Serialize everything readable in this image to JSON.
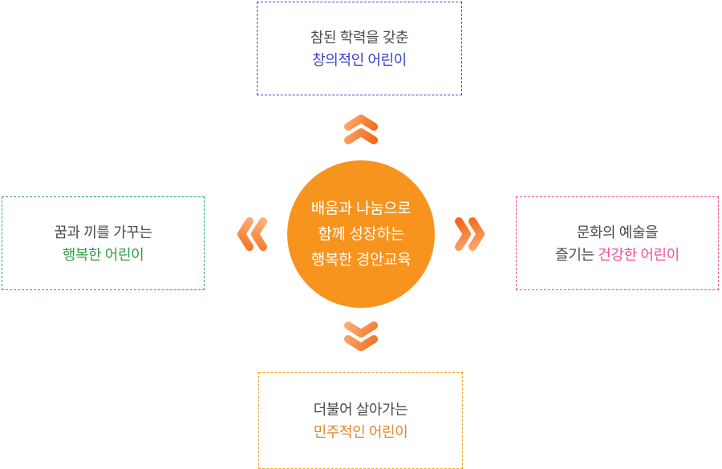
{
  "diagram": {
    "type": "radial-goal-diagram",
    "center": {
      "lines": [
        "배움과 나눔으로",
        "함께 성장하는",
        "행복한 경안교육"
      ]
    },
    "boxes": {
      "top": {
        "line1": "참된 학력을 갖춘",
        "line2": "창의적인 어린이"
      },
      "left": {
        "line1": "꿈과 끼를 가꾸는",
        "line2": "행복한 어린이"
      },
      "right": {
        "line1": "문화의 예술을",
        "line2_prefix": "즐기는 ",
        "line2_highlight": "건강한 어린이"
      },
      "bottom": {
        "line1": "더불어 살아가는",
        "line2": "민주적인 어린이"
      }
    },
    "icons": {
      "up": "double-chevron-up",
      "down": "double-chevron-down",
      "left": "double-chevron-left",
      "right": "double-chevron-right"
    },
    "colors": {
      "circle_orange": "#F7941E",
      "arrow_gradient_light": "#FCB176",
      "arrow_gradient_dark": "#F2691B",
      "text_dark": "#4B4B4B",
      "top_accent": "#3B40C6",
      "top_border": "#3E45C3",
      "left_accent": "#2E9E44",
      "left_border": "#2BA45E",
      "right_accent": "#F04E9B",
      "right_border": "#ED4E8F",
      "bottom_accent": "#DC8831",
      "bottom_border": "#F0A623"
    }
  }
}
